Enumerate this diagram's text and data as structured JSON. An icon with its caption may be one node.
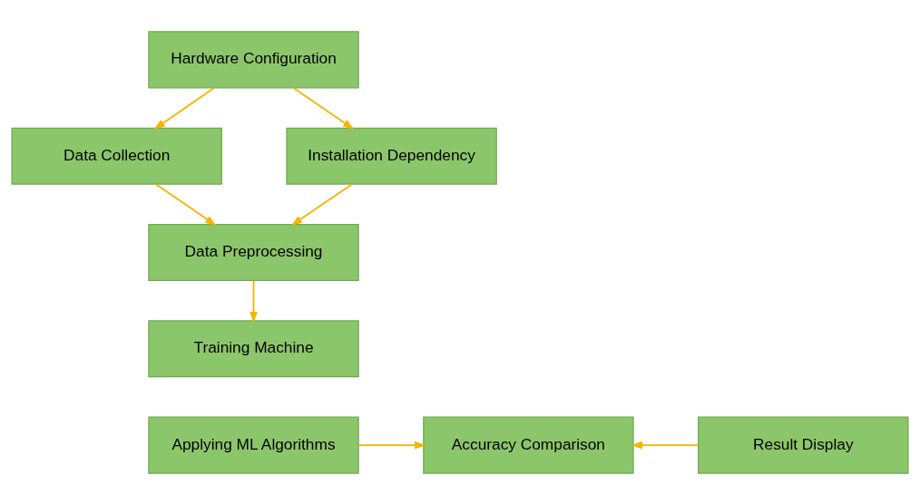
{
  "diagram": {
    "nodes": [
      {
        "text": [
          "Hardware Configuration"
        ]
      },
      {
        "text": [
          "Data Collection"
        ]
      },
      {
        "text": [
          "Installation Dependency"
        ]
      },
      {
        "text": [
          "Data Preprocessing"
        ]
      },
      {
        "text": [
          "Training Machine"
        ]
      },
      {
        "text": [
          "Applying ML Algorithms"
        ]
      },
      {
        "text": [
          "Accuracy Comparison"
        ]
      },
      {
        "text": [
          "Result Display"
        ]
      }
    ],
    "edges": [
      {
        "from": 0,
        "to": 1,
        "arrow": "to"
      },
      {
        "from": 0,
        "to": 2,
        "arrow": "to"
      },
      {
        "from": 1,
        "to": 3,
        "arrow": "to"
      },
      {
        "from": 2,
        "to": 3,
        "arrow": "to"
      },
      {
        "from": 3,
        "to": 4,
        "arrow": "to"
      },
      {
        "from": 5,
        "to": 6,
        "arrow": "to"
      },
      {
        "from": 7,
        "to": 6,
        "arrow": "to"
      }
    ]
  }
}
